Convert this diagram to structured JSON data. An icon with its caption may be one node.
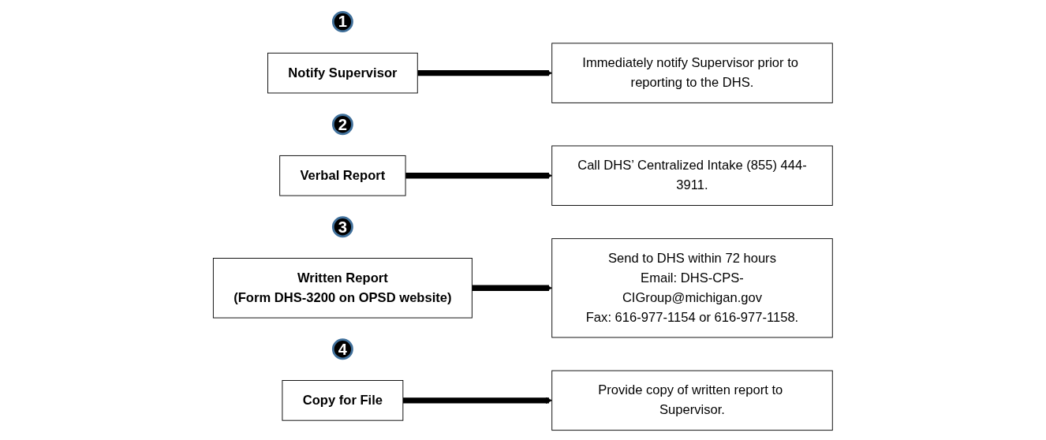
{
  "diagram": {
    "nodes": [
      {
        "text": [
          "1"
        ]
      },
      {
        "text": [
          "Notify Supervisor"
        ]
      },
      {
        "text": [
          "Immediately notify Supervisor prior to reporting to the DHS."
        ]
      },
      {
        "text": [
          "2"
        ]
      },
      {
        "text": [
          "Verbal Report"
        ]
      },
      {
        "text": [
          "Call DHS’ Centralized Intake (855) 444-3911."
        ]
      },
      {
        "text": [
          "3"
        ]
      },
      {
        "text": [
          "Written Report",
          "(Form DHS-3200 on OPSD website)"
        ]
      },
      {
        "text": [
          "Send to DHS within 72 hours",
          "Email: DHS-CPS-CIGroup@michigan.gov",
          "Fax: 616-977-1154 or 616-977-1158."
        ]
      },
      {
        "text": [
          "4"
        ]
      },
      {
        "text": [
          "Copy for File"
        ]
      },
      {
        "text": [
          "Provide copy of written report to Supervisor."
        ]
      }
    ],
    "edges": [
      {
        "from": 1,
        "to": 2,
        "arrow": "to"
      },
      {
        "from": 4,
        "to": 5,
        "arrow": "to"
      },
      {
        "from": 7,
        "to": 8,
        "arrow": "to"
      },
      {
        "from": 10,
        "to": 11,
        "arrow": "to"
      }
    ]
  }
}
